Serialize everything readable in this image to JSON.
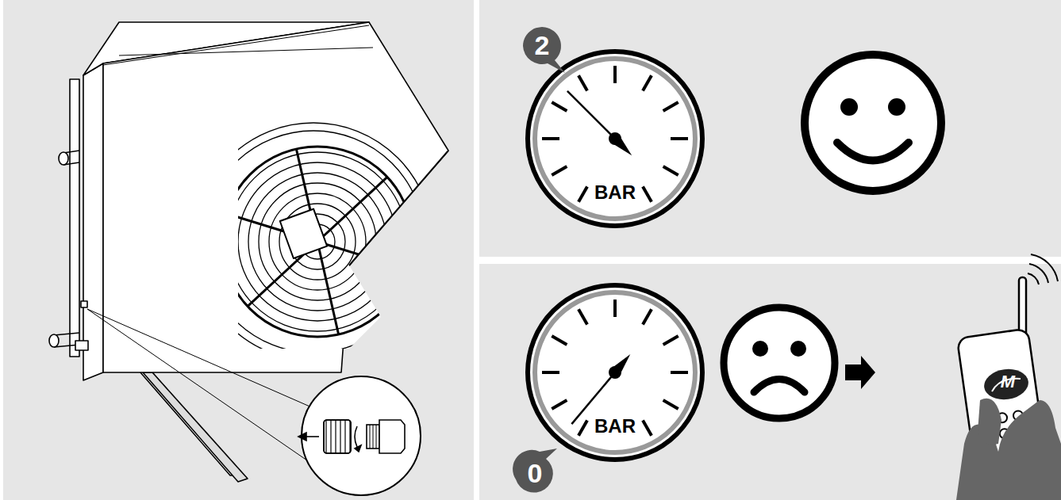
{
  "diagram": {
    "labels": [
      "2",
      "BAR",
      "BAR",
      "0",
      "M"
    ]
  }
}
